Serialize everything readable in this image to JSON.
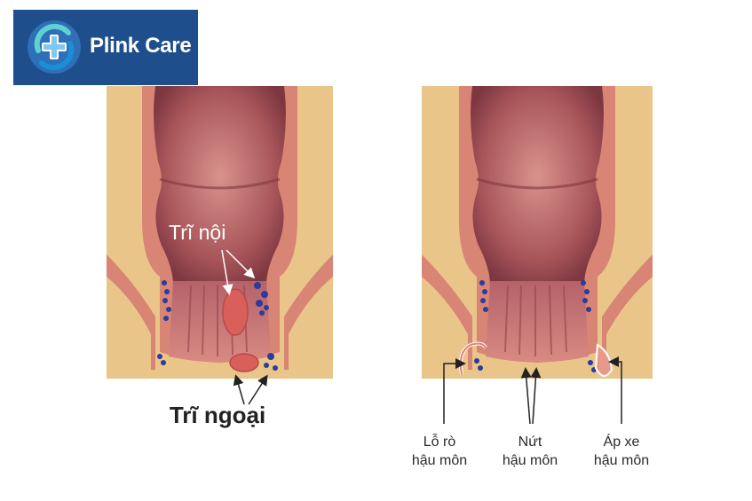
{
  "brand": {
    "name": "Plink Care",
    "box_color": "#1f4e8c",
    "icon": "medical-cross-shield-icon"
  },
  "labels": {
    "internal_hemorrhoid": "Trĩ nội",
    "external_hemorrhoid": "Trĩ ngoại",
    "fistula_line1": "Lỗ rò",
    "fistula_line2": "hậu môn",
    "fissure_line1": "Nứt",
    "fissure_line2": "hậu môn",
    "abscess_line1": "Áp xe",
    "abscess_line2": "hậu môn"
  },
  "colors": {
    "tissue_bg": "#e9c58a",
    "muscle": "#d98575",
    "lumen_dark": "#8a3f45",
    "lumen_light": "#c97a7a",
    "hemorrhoid": "#d9605a",
    "vessel": "#2b3c9a"
  }
}
